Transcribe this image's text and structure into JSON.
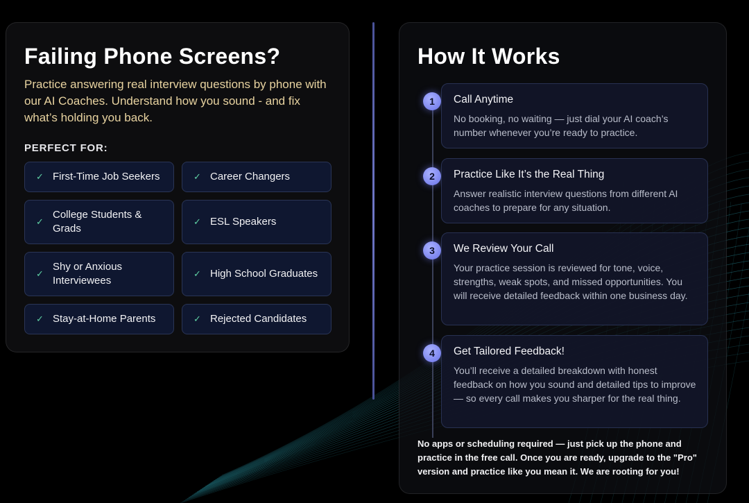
{
  "left": {
    "title": "Failing Phone Screens?",
    "intro": "Practice answering real interview questions by phone with our AI Coaches. Understand how you sound - and fix what’s holding you back.",
    "perfect_for_heading": "PERFECT FOR:",
    "check_icon": "✓",
    "tags": [
      "First-Time Job Seekers",
      "Career Changers",
      "College Students & Grads",
      "ESL Speakers",
      "Shy or Anxious Interviewees",
      "High School Graduates",
      "Stay-at-Home Parents",
      "Rejected Candidates"
    ]
  },
  "right": {
    "title": "How It Works",
    "steps": [
      {
        "number": "1",
        "title": "Call Anytime",
        "description": "No booking, no waiting — just dial your AI coach’s number whenever you’re ready to practice."
      },
      {
        "number": "2",
        "title": "Practice Like It’s the Real Thing",
        "description": "Answer realistic interview questions from different AI coaches to prepare for any situation."
      },
      {
        "number": "3",
        "title": "We Review Your Call",
        "description": "Your practice session is reviewed for tone, voice, strengths, weak spots, and missed opportunities. You will receive detailed feedback within one business day."
      },
      {
        "number": "4",
        "title": "Get Tailored Feedback!",
        "description": "You’ll receive a detailed breakdown with honest feedback on how you sound and detailed tips to improve — so every call makes you sharper for the real thing."
      }
    ],
    "footer_note": "No apps or scheduling required — just pick up the phone and practice in the free call. Once you are ready, upgrade to the \"Pro\" version and practice like you mean it. We are rooting for you!"
  },
  "colors": {
    "background": "#000000",
    "intro_text": "#e8d3a0",
    "tag_background": "#0f1730",
    "check": "#5fd0a4",
    "step_badge": "#7b84f0",
    "wave": "#2fa7b8"
  }
}
